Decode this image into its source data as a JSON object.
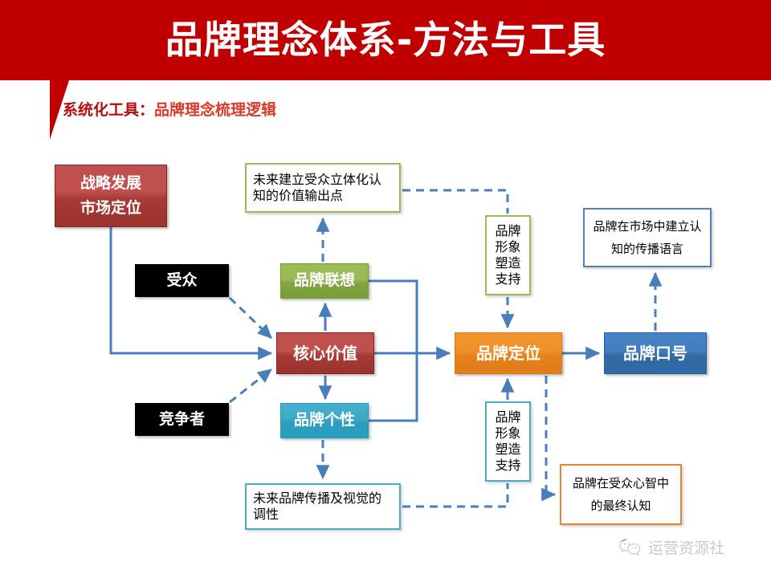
{
  "header": {
    "title": "品牌理念体系-方法与工具",
    "band_color": "#c00000",
    "subtitle_prefix": "系统化工具",
    "subtitle_sep": "：",
    "subtitle_main": "品牌理念梳理逻辑"
  },
  "diagram": {
    "nodes": {
      "strategy_line1": "战略发展",
      "strategy_line2": "市场定位",
      "audience": "受众",
      "competitor": "竞争者",
      "brand_association": "品牌联想",
      "core_value": "核心价值",
      "brand_personality": "品牌个性",
      "brand_positioning": "品牌定位",
      "brand_slogan": "品牌口号",
      "value_output_note": "未来建立受众立体化认知的价值输出点",
      "tonality_note": "未来品牌传播及视觉的调性",
      "market_language_note": "品牌在市场中建立认知的传播语言",
      "final_cognition_note": "品牌在受众心智中的最终认知",
      "support_top": [
        "品牌",
        "形象",
        "塑造",
        "支持"
      ],
      "support_bottom": [
        "品牌",
        "形象",
        "塑造",
        "支持"
      ]
    },
    "colors": {
      "red_box": "#c0504d",
      "green_box": "#9bbb59",
      "teal_box": "#4bacc6",
      "orange_box": "#f0902a",
      "blue_box": "#4a83c4",
      "black_box": "#000000",
      "connector": "#4a7ebb"
    }
  },
  "watermark": {
    "label": "运营资源社",
    "icon": "wechat-icon"
  }
}
